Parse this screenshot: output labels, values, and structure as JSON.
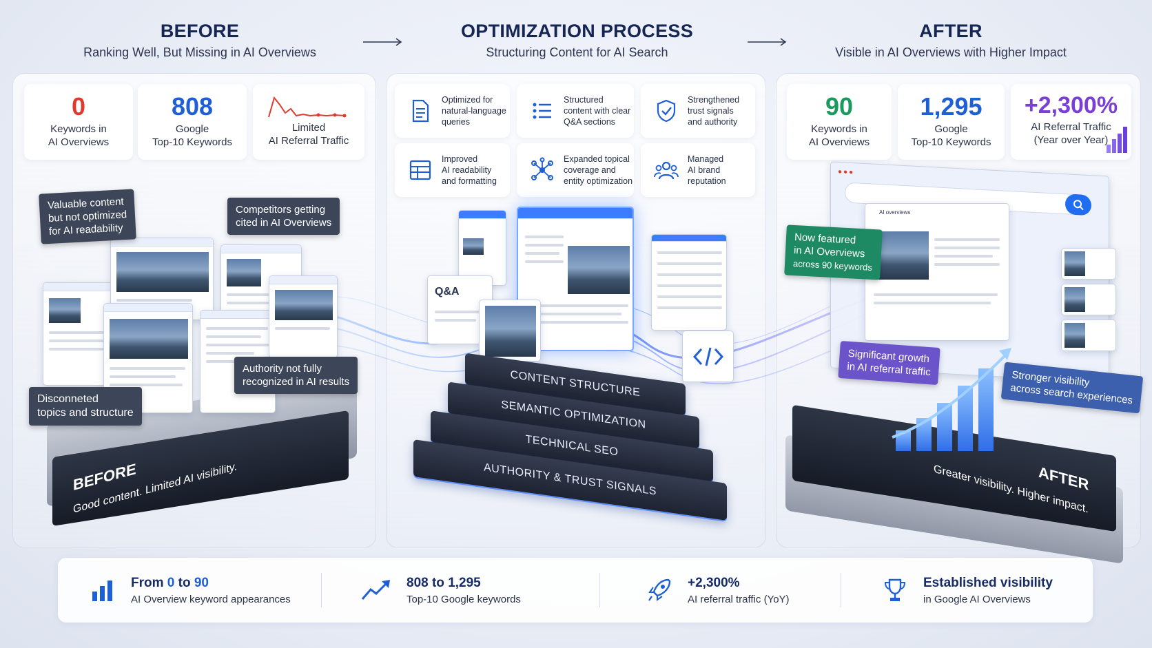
{
  "headers": {
    "before": {
      "title": "BEFORE",
      "subtitle": "Ranking Well, But Missing in AI Overviews"
    },
    "process": {
      "title": "OPTIMIZATION PROCESS",
      "subtitle": "Structuring Content for AI Search"
    },
    "after": {
      "title": "AFTER",
      "subtitle": "Visible in AI Overviews with Higher Impact"
    }
  },
  "before_stats": [
    {
      "value": "0",
      "label1": "Keywords in",
      "label2": "AI Overviews",
      "color": "#e03a2f"
    },
    {
      "value": "808",
      "label1": "Google",
      "label2": "Top-10 Keywords",
      "color": "#1f5fd6"
    },
    {
      "value": "",
      "label1": "Limited",
      "label2": "AI Referral Traffic",
      "color": "#e03a2f"
    }
  ],
  "after_stats": [
    {
      "value": "90",
      "label1": "Keywords in",
      "label2": "AI Overviews",
      "color": "#1a9a5c"
    },
    {
      "value": "1,295",
      "label1": "Google",
      "label2": "Top-10 Keywords",
      "color": "#1f5fd6"
    },
    {
      "value": "+2,300%",
      "label1": "AI Referral Traffic",
      "label2": "(Year over Year)",
      "color": "#7a3fd6"
    }
  ],
  "process_features": [
    {
      "icon": "document-icon",
      "l1": "Optimized for",
      "l2": "natural-language",
      "l3": "queries"
    },
    {
      "icon": "list-icon",
      "l1": "Structured",
      "l2": "content with clear",
      "l3": "Q&A sections"
    },
    {
      "icon": "shield-check-icon",
      "l1": "Strengthened",
      "l2": "trust signals",
      "l3": "and authority"
    },
    {
      "icon": "table-icon",
      "l1": "Improved",
      "l2": "AI readability",
      "l3": "and formatting"
    },
    {
      "icon": "network-icon",
      "l1": "Expanded topical",
      "l2": "coverage and",
      "l3": "entity optimization"
    },
    {
      "icon": "users-icon",
      "l1": "Managed",
      "l2": "AI brand",
      "l3": "reputation"
    }
  ],
  "before_callouts": {
    "valuable": {
      "l1": "Valuable content",
      "l2": "but not optimized",
      "l3": "for AI readability"
    },
    "competitors": {
      "l1": "Competitors getting",
      "l2": "cited in AI Overviews"
    },
    "authority": {
      "l1": "Authority not fully",
      "l2": "recognized in AI results"
    },
    "disconnected": {
      "l1": "Disconneted",
      "l2": "topics and structure"
    }
  },
  "before_base": {
    "title": "BEFORE",
    "caption": "Good content. Limited AI visibility."
  },
  "process_layers": [
    "CONTENT STRUCTURE",
    "SEMANTIC OPTIMIZATION",
    "TECHNICAL SEO",
    "AUTHORITY & TRUST SIGNALS"
  ],
  "process_qa_label": "Q&A",
  "after_callouts": {
    "featured": {
      "l1": "Now featured",
      "l2": "in AI Overviews",
      "l3": "across 90 keywords"
    },
    "growth": {
      "l1": "Significant growth",
      "l2": "in AI referral traffic"
    },
    "stronger": {
      "l1": "Stronger visibility",
      "l2": "across search experiences"
    }
  },
  "after_base": {
    "title": "AFTER",
    "caption": "Greater visibility. Higher impact."
  },
  "after_window_label": "AI overviews",
  "bottom_metrics": [
    {
      "icon": "bar-chart-icon",
      "pre": "From ",
      "a": "0",
      "mid": " to ",
      "b": "90",
      "sub": "AI Overview keyword appearances"
    },
    {
      "icon": "trend-up-icon",
      "big": "808 to 1,295",
      "sub": "Top-10 Google keywords"
    },
    {
      "icon": "rocket-icon",
      "big": "+2,300%",
      "sub": "AI referral traffic (YoY)"
    },
    {
      "icon": "trophy-icon",
      "big": "Established visibility",
      "sub": "in Google AI Overviews"
    }
  ],
  "colors": {
    "navy": "#152554",
    "red": "#e03a2f",
    "blue": "#1f5fd6",
    "green": "#1a9a5c",
    "purple": "#7a3fd6"
  }
}
